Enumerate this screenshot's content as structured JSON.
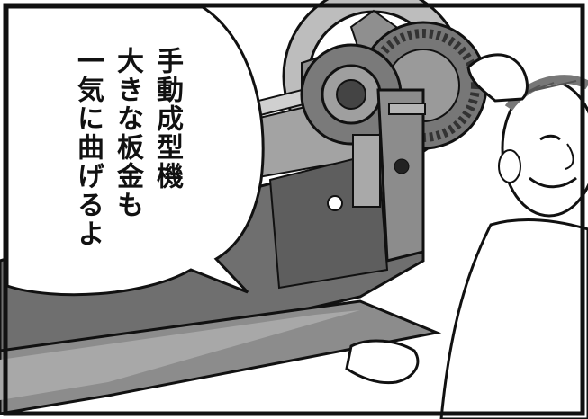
{
  "speech_bubble": {
    "lines": [
      "手動成型機",
      "大きな板金も",
      "一気に曲げるよ"
    ]
  },
  "colors": {
    "ink": "#111111",
    "paper": "#ffffff",
    "machine_gray": "#6e6e6e",
    "machine_light": "#a9a9a9",
    "sheet_gray": "#8c8c8c"
  }
}
